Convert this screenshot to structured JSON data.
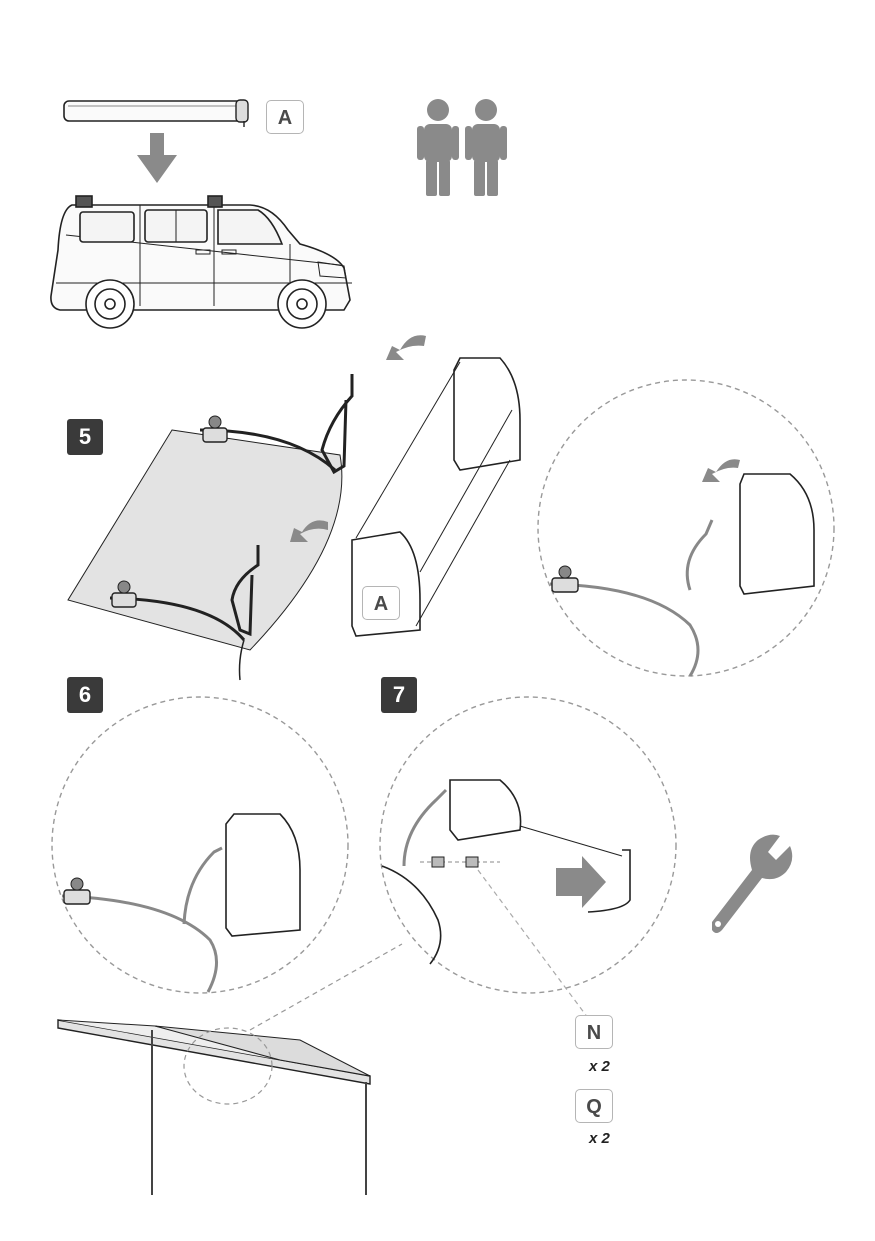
{
  "steps": {
    "step5": "5",
    "step6": "6",
    "step7": "7"
  },
  "parts": {
    "top_label": "A",
    "step5_label": "A",
    "n_label": "N",
    "n_qty": "x 2",
    "q_label": "Q",
    "q_qty": "x 2"
  },
  "icons": {
    "two_people": "two-persons-icon",
    "wrench": "wrench-icon",
    "arrow": "arrow-down-icon"
  },
  "colors": {
    "badge": "#3a3a3a",
    "icon_gray": "#8a8a8a",
    "awning_fill": "#e3e3e3",
    "line": "#222222"
  }
}
